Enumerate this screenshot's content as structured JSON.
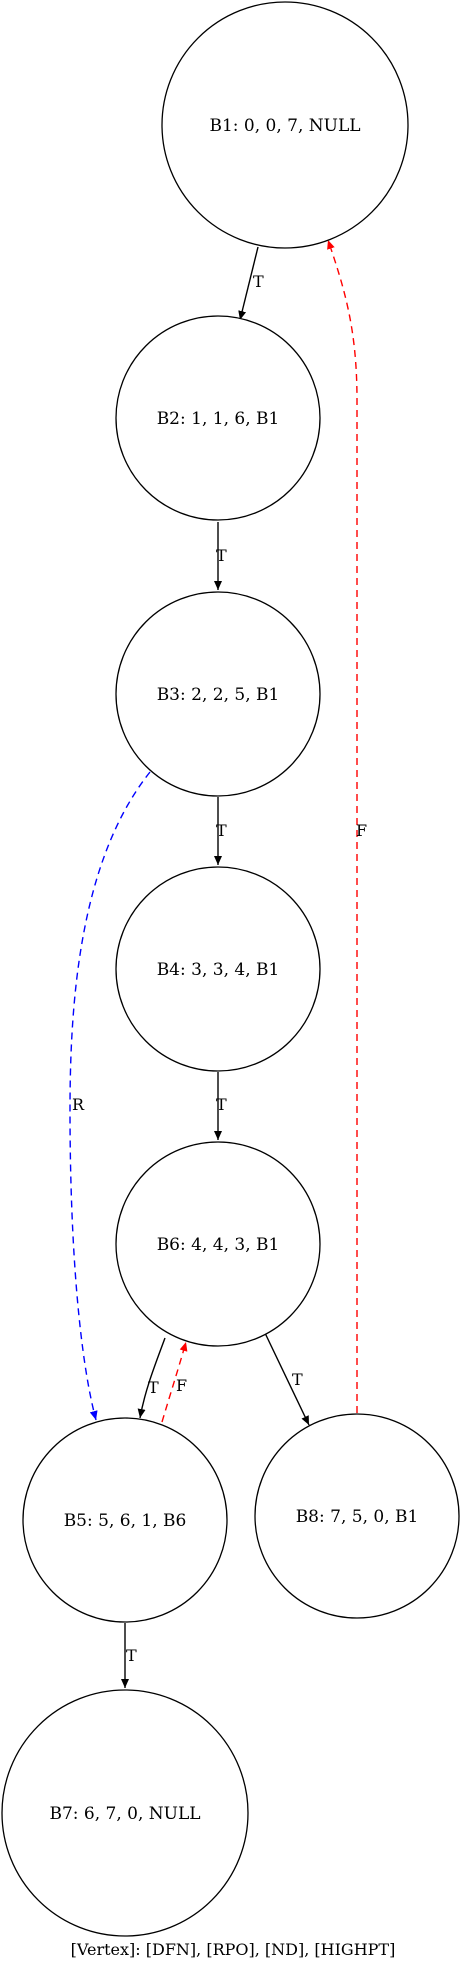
{
  "caption": "[Vertex]: [DFN], [RPO], [ND], [HIGHPT]",
  "colors": {
    "tree": "#000000",
    "back": "#ff0000",
    "reverse": "#0000ff"
  },
  "nodes": [
    {
      "id": "B1",
      "label": "B1: 0, 0, 7, NULL"
    },
    {
      "id": "B2",
      "label": "B2: 1, 1, 6, B1"
    },
    {
      "id": "B3",
      "label": "B3: 2, 2, 5, B1"
    },
    {
      "id": "B4",
      "label": "B4: 3, 3, 4, B1"
    },
    {
      "id": "B6",
      "label": "B6: 4, 4, 3, B1"
    },
    {
      "id": "B5",
      "label": "B5: 5, 6, 1, B6"
    },
    {
      "id": "B8",
      "label": "B8: 7, 5, 0, B1"
    },
    {
      "id": "B7",
      "label": "B7: 6, 7, 0, NULL"
    }
  ],
  "edges": [
    {
      "id": "b1-b2",
      "from": "B1",
      "to": "B2",
      "label": "T",
      "kind": "tree"
    },
    {
      "id": "b2-b3",
      "from": "B2",
      "to": "B3",
      "label": "T",
      "kind": "tree"
    },
    {
      "id": "b3-b4",
      "from": "B3",
      "to": "B4",
      "label": "T",
      "kind": "tree"
    },
    {
      "id": "b4-b6",
      "from": "B4",
      "to": "B6",
      "label": "T",
      "kind": "tree"
    },
    {
      "id": "b6-b5",
      "from": "B6",
      "to": "B5",
      "label": "T",
      "kind": "tree"
    },
    {
      "id": "b6-b8",
      "from": "B6",
      "to": "B8",
      "label": "T",
      "kind": "tree"
    },
    {
      "id": "b5-b7",
      "from": "B5",
      "to": "B7",
      "label": "T",
      "kind": "tree"
    },
    {
      "id": "b3-b5",
      "from": "B3",
      "to": "B5",
      "label": "R",
      "kind": "reverse"
    },
    {
      "id": "b5-b6",
      "from": "B5",
      "to": "B6",
      "label": "F",
      "kind": "back"
    },
    {
      "id": "b8-b1",
      "from": "B8",
      "to": "B1",
      "label": "F",
      "kind": "back"
    }
  ]
}
